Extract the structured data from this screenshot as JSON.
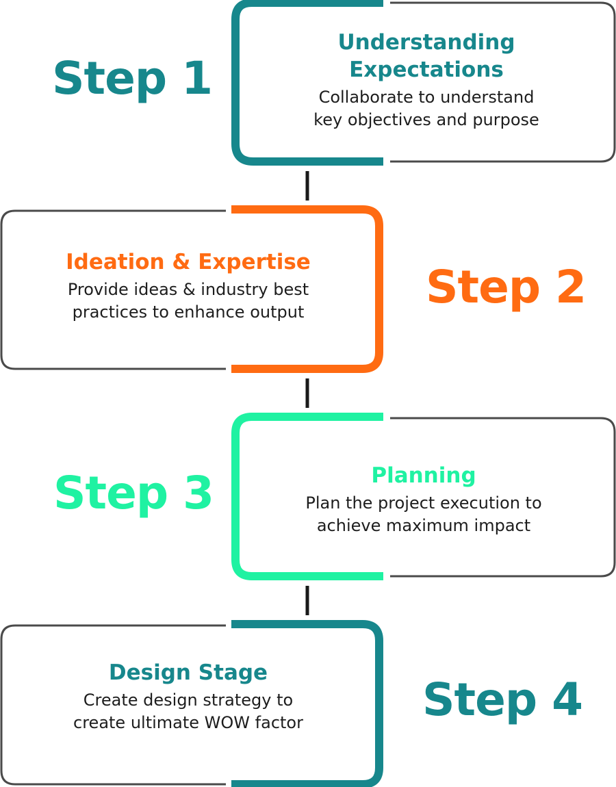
{
  "steps": [
    {
      "label": "Step 1",
      "title_lines": [
        "Understanding",
        "Expectations"
      ],
      "desc_lines": [
        "Collaborate to understand",
        "key objectives and purpose"
      ],
      "color": "#17878c"
    },
    {
      "label": "Step 2",
      "title_lines": [
        "Ideation & Expertise"
      ],
      "desc_lines": [
        "Provide ideas & industry best",
        "practices to enhance output"
      ],
      "color": "#ff6b12"
    },
    {
      "label": "Step 3",
      "title_lines": [
        "Planning"
      ],
      "desc_lines": [
        "Plan the project execution to",
        "achieve maximum impact"
      ],
      "color": "#1ff2a2"
    },
    {
      "label": "Step 4",
      "title_lines": [
        "Design Stage"
      ],
      "desc_lines": [
        "Create design strategy to",
        "create ultimate WOW factor"
      ],
      "color": "#17878c"
    }
  ],
  "colors": {
    "outline": "#4a4a4a",
    "connector": "#1a1a1a",
    "text": "#1d1d1d"
  }
}
